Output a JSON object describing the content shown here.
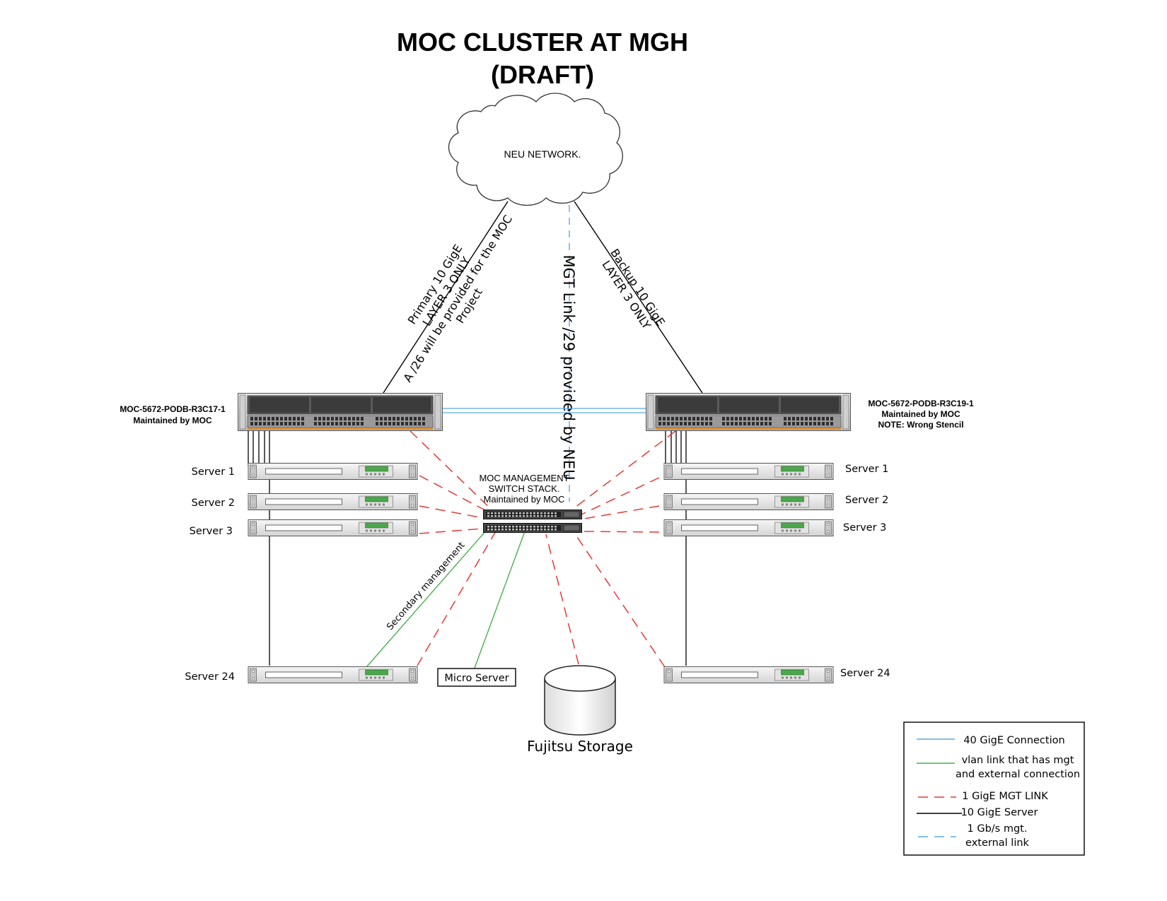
{
  "title": {
    "line1": "MOC CLUSTER AT MGH",
    "line2": "(DRAFT)"
  },
  "cloud": {
    "label": "NEU NETWORK."
  },
  "links": {
    "primary": {
      "line1": "Primary 10 GigE",
      "line2": "LAYER 3 ONLY",
      "line3": "A /26 will be provided for the MOC",
      "line4": "Project"
    },
    "backup": {
      "line1": "Backup 10 GigE",
      "line2": "LAYER 3 ONLY"
    },
    "mgt": "MGT Link /29 provided by NEU",
    "secondary": "Secondary management"
  },
  "switches": {
    "left": {
      "line1": "MOC-5672-PODB-R3C17-1",
      "line2": "Maintained by MOC"
    },
    "right": {
      "line1": "MOC-5672-PODB-R3C19-1",
      "line2": "Maintained by MOC",
      "line3": "NOTE: Wrong Stencil"
    }
  },
  "mgmt_stack": {
    "line1": "MOC MANAGEMENT",
    "line2": "SWITCH STACK.",
    "line3": "Maintained by MOC"
  },
  "servers_left": [
    "Server 1",
    "Server 2",
    "Server 3",
    "Server 24"
  ],
  "servers_right": [
    "Server 1",
    "Server 2",
    "Server 3",
    "Server 24"
  ],
  "micro_server": "Micro Server",
  "storage": "Fujitsu Storage",
  "legend": {
    "items": [
      {
        "line1": "40 GigE Connection",
        "line2": "",
        "style": "solid",
        "color": "#5aa9e6"
      },
      {
        "line1": "vlan link that has mgt",
        "line2": "and external connection",
        "style": "solid",
        "color": "#4caf50"
      },
      {
        "line1": "1 GigE MGT LINK",
        "line2": "",
        "style": "dashed",
        "color": "#e53935"
      },
      {
        "line1": "10 GigE Server",
        "line2": "",
        "style": "solid",
        "color": "#000000"
      },
      {
        "line1": "1 Gb/s mgt.",
        "line2": "external link",
        "style": "dashed",
        "color": "#5aa9e6"
      }
    ]
  },
  "colors": {
    "blue_link": "#5aa9e6",
    "green_link": "#4caf50",
    "red_link": "#e53935",
    "black_link": "#000000"
  }
}
